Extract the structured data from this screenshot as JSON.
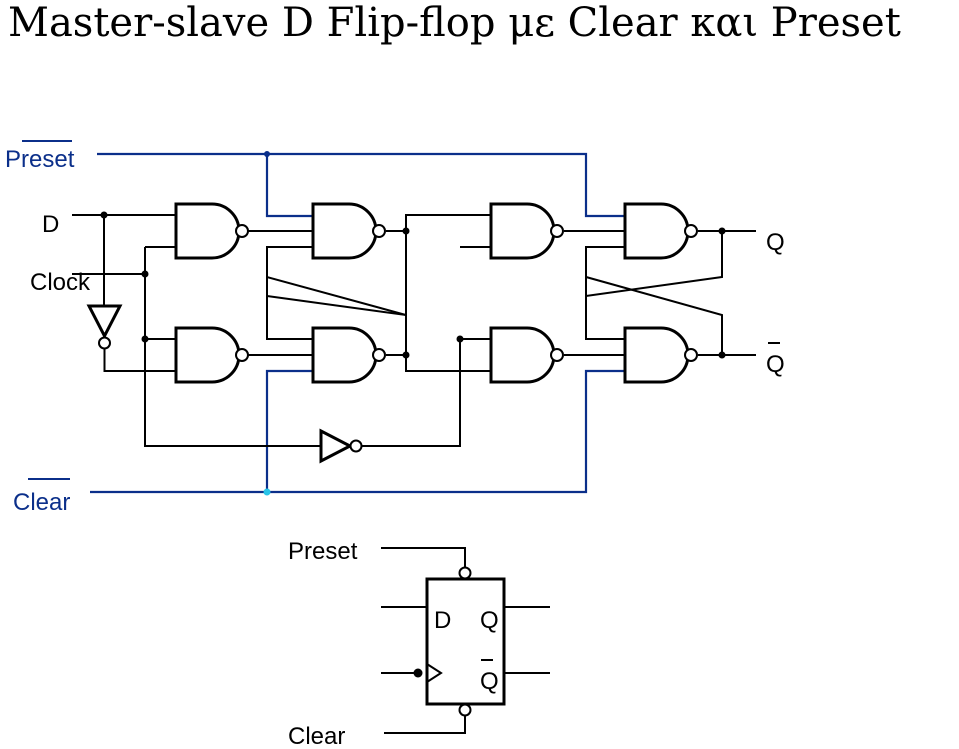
{
  "title": "Master-slave D Flip-flop με Clear και Preset",
  "circuit": {
    "preset_label": "Preset",
    "d_label": "D",
    "clock_label": "Clock",
    "q_label": "Q",
    "qbar_label": "Q",
    "clear_label": "Clear"
  },
  "symbol": {
    "preset_label": "Preset",
    "clear_label": "Clear",
    "d_pin": "D",
    "q_pin": "Q",
    "qbar_pin": "Q"
  },
  "colors": {
    "control_line": "#0b2f8a",
    "label_blue": "#0b2f8a",
    "junction_highlight": "#29c4e8",
    "ink": "#000000"
  }
}
